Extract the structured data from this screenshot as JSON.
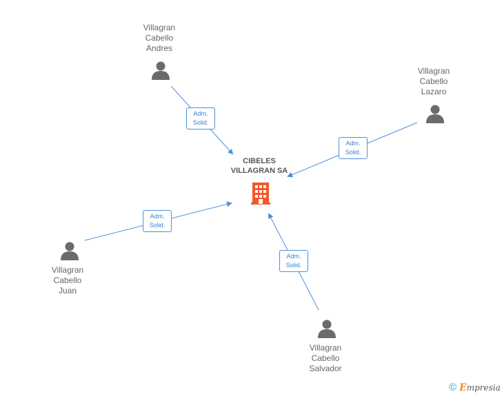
{
  "company": {
    "name_line1": "CIBELES",
    "name_line2": "VILLAGRAN SA",
    "icon": "building-icon",
    "color": "#f05a28"
  },
  "persons": [
    {
      "id": "andres",
      "lines": [
        "Villagran",
        "Cabello",
        "Andres"
      ],
      "icon": "person-icon"
    },
    {
      "id": "lazaro",
      "lines": [
        "Villagran",
        "Cabello",
        "Lazaro"
      ],
      "icon": "person-icon"
    },
    {
      "id": "juan",
      "lines": [
        "Villagran",
        "Cabello",
        "Juan"
      ],
      "icon": "person-icon"
    },
    {
      "id": "salvador",
      "lines": [
        "Villagran",
        "Cabello",
        "Salvador"
      ],
      "icon": "person-icon"
    }
  ],
  "relations": [
    {
      "from": "andres",
      "label_line1": "Adm.",
      "label_line2": "Solid."
    },
    {
      "from": "lazaro",
      "label_line1": "Adm.",
      "label_line2": "Solid."
    },
    {
      "from": "juan",
      "label_line1": "Adm.",
      "label_line2": "Solid."
    },
    {
      "from": "salvador",
      "label_line1": "Adm.",
      "label_line2": "Solid."
    }
  ],
  "colors": {
    "edge": "#4a90d9",
    "person_icon": "#6b6b6b",
    "text": "#666666"
  },
  "footer": {
    "copyright_symbol": "©",
    "brand_initial": "E",
    "brand_rest": "mpresia"
  }
}
